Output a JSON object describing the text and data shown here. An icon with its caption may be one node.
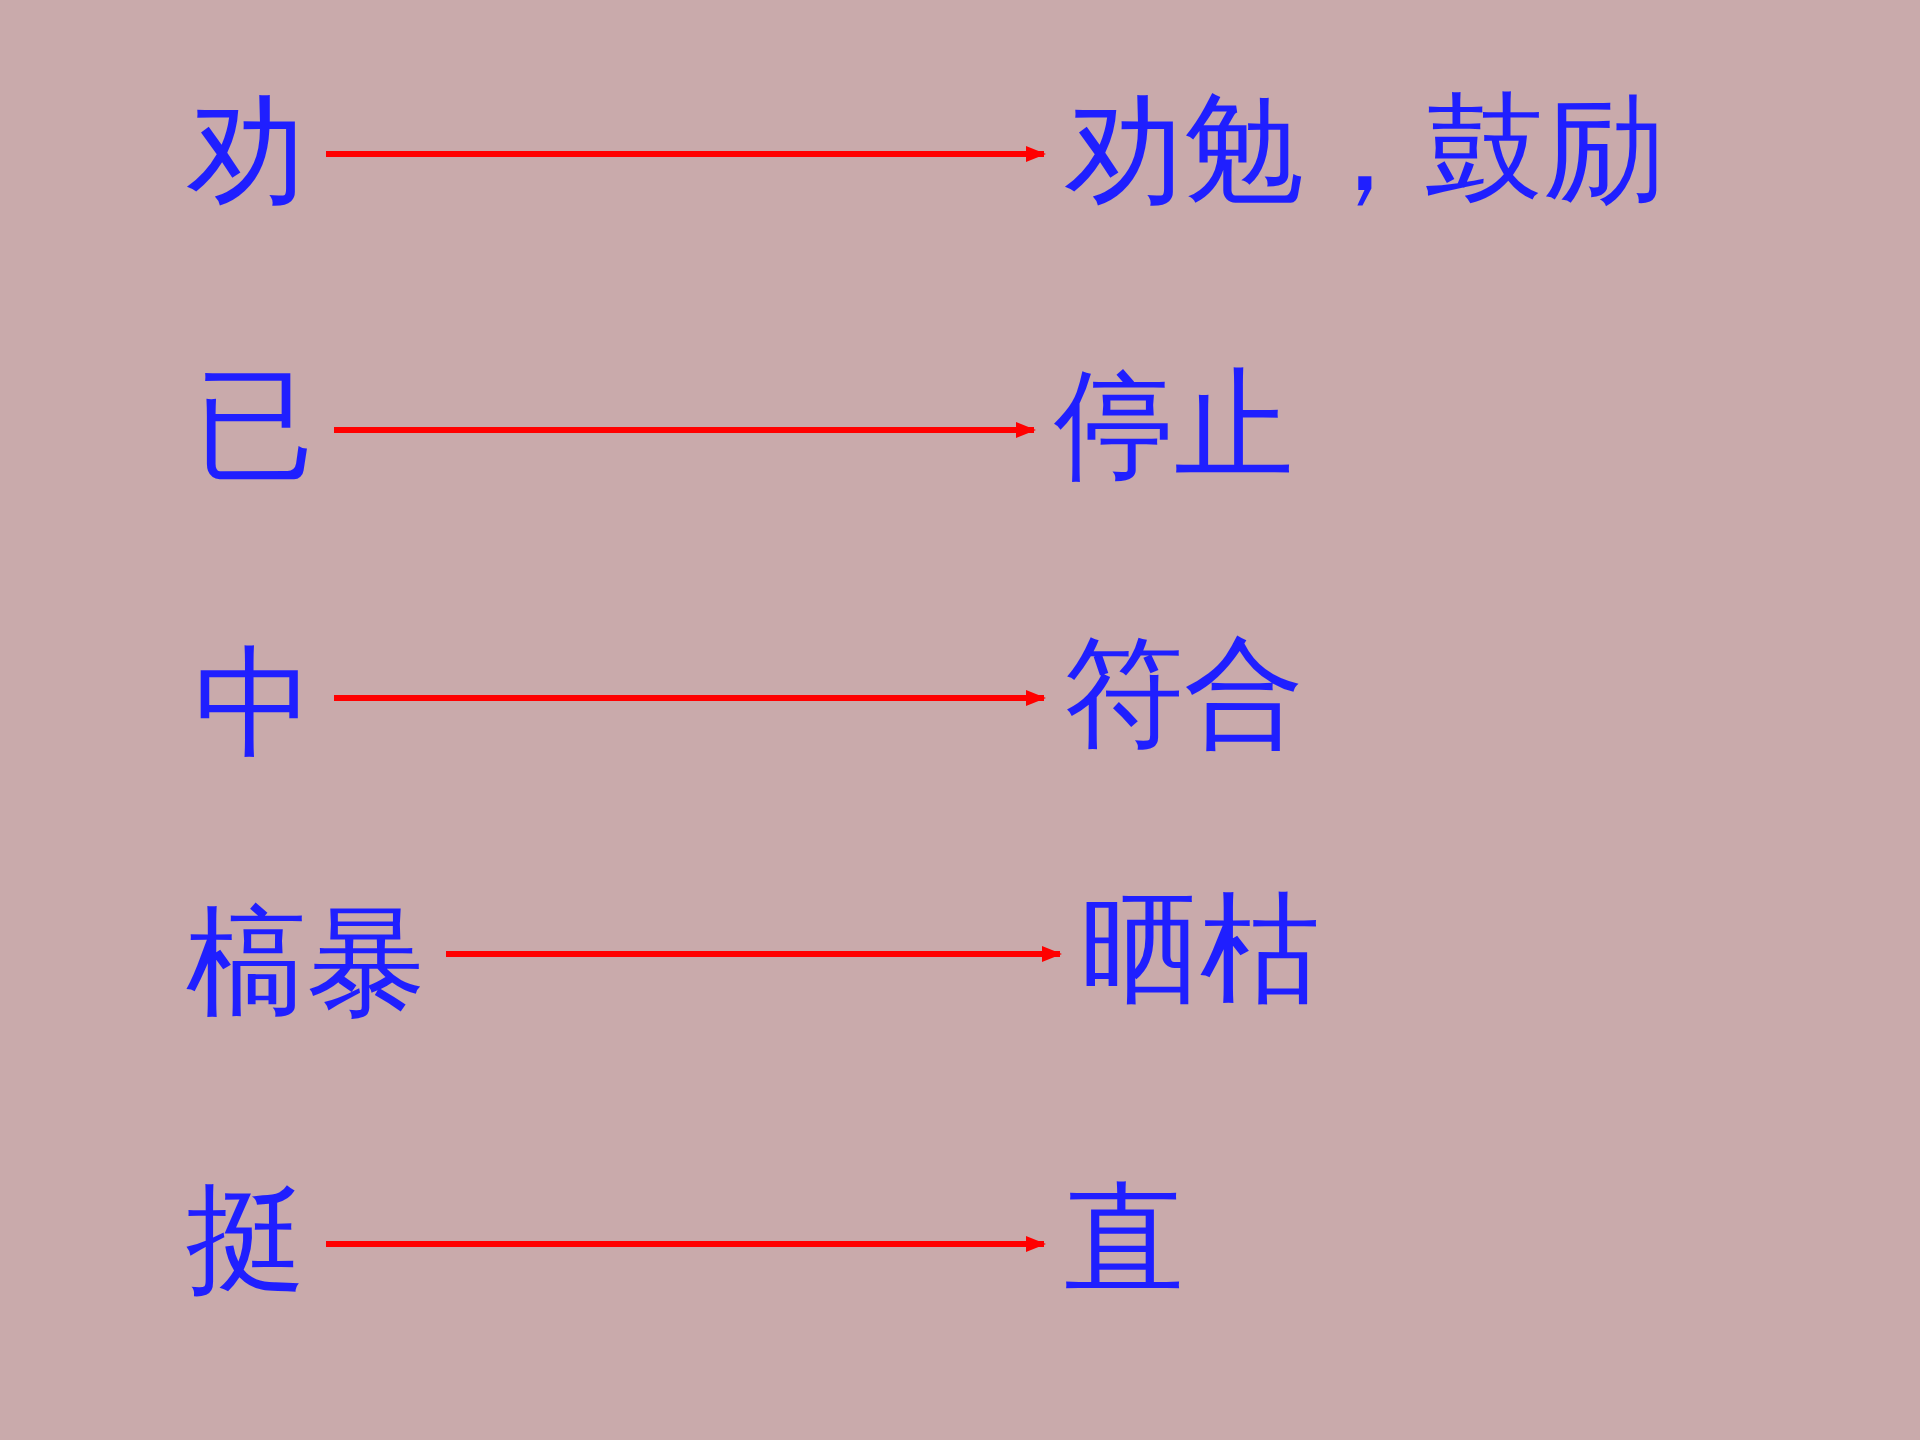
{
  "diagram": {
    "nodes": [
      {
        "text": [
          "劝"
        ]
      },
      {
        "text": [
          "劝勉，鼓励"
        ]
      },
      {
        "text": [
          "已"
        ]
      },
      {
        "text": [
          "停止"
        ]
      },
      {
        "text": [
          "中"
        ]
      },
      {
        "text": [
          "符合"
        ]
      },
      {
        "text": [
          "槁暴"
        ]
      },
      {
        "text": [
          "晒枯"
        ]
      },
      {
        "text": [
          "挺"
        ]
      },
      {
        "text": [
          "直"
        ]
      }
    ],
    "edges": [
      {
        "from": 0,
        "to": 1,
        "arrow": "to"
      },
      {
        "from": 2,
        "to": 3,
        "arrow": "to"
      },
      {
        "from": 4,
        "to": 5,
        "arrow": "to"
      },
      {
        "from": 6,
        "to": 7,
        "arrow": "to"
      },
      {
        "from": 8,
        "to": 9,
        "arrow": "to"
      }
    ]
  }
}
